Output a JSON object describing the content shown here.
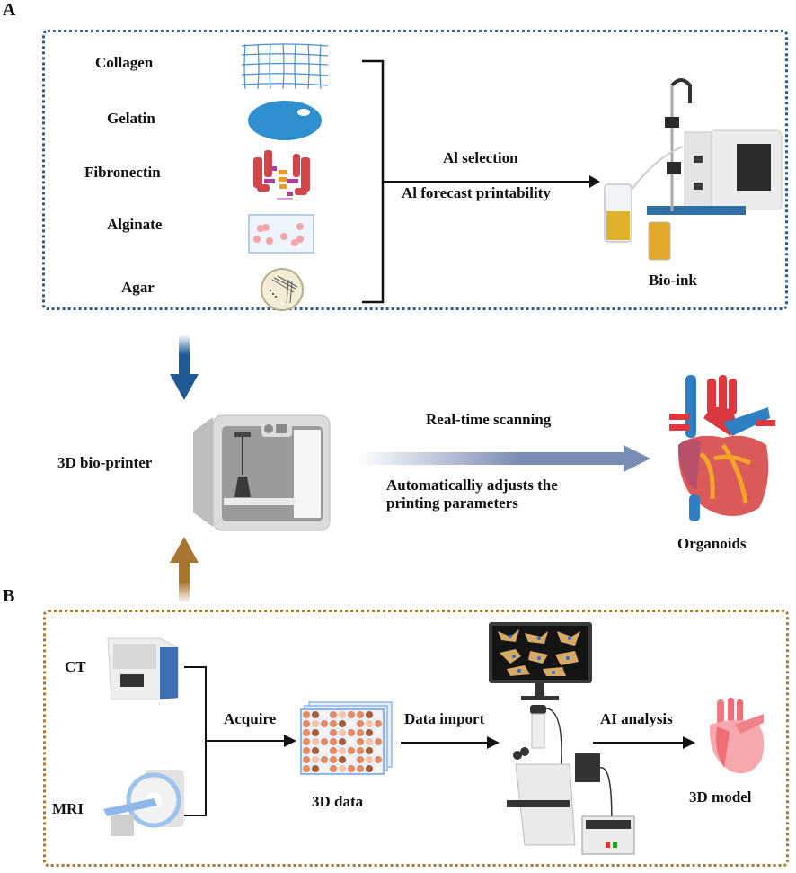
{
  "panels": {
    "a": {
      "letter": "A",
      "materials": [
        {
          "label": "Collagen",
          "icon": "collagen-mesh-icon"
        },
        {
          "label": "Gelatin",
          "icon": "gelatin-drop-icon"
        },
        {
          "label": "Fibronectin",
          "icon": "fibronectin-protein-icon"
        },
        {
          "label": "Alginate",
          "icon": "alginate-dish-icon"
        },
        {
          "label": "Agar",
          "icon": "agar-petri-dish-icon"
        }
      ],
      "arrow_label_top": "Al selection",
      "arrow_label_bottom": "Al forecast printability",
      "output_label": "Bio-ink",
      "border_color": "#2a5b8f"
    },
    "middle": {
      "printer_label": "3D bio-printer",
      "arrow_label_top": "Real-time scanning",
      "arrow_label_bottom_line1": "Automaticalliy adjusts the",
      "arrow_label_bottom_line2": "printing parameters",
      "output_label": "Organoids",
      "down_arrow_color": "#1f5a94",
      "up_arrow_color": "#a8762f",
      "flow_arrow_color": "#7b8cb4"
    },
    "b": {
      "letter": "B",
      "inputs": [
        {
          "label": "CT",
          "icon": "ct-scanner-icon"
        },
        {
          "label": "MRI",
          "icon": "mri-scanner-icon"
        }
      ],
      "acquire_label": "Acquire",
      "data_label": "3D data",
      "import_label": "Data import",
      "analysis_label": "AI analysis",
      "model_label": "3D model",
      "border_color": "#a87b34"
    }
  }
}
